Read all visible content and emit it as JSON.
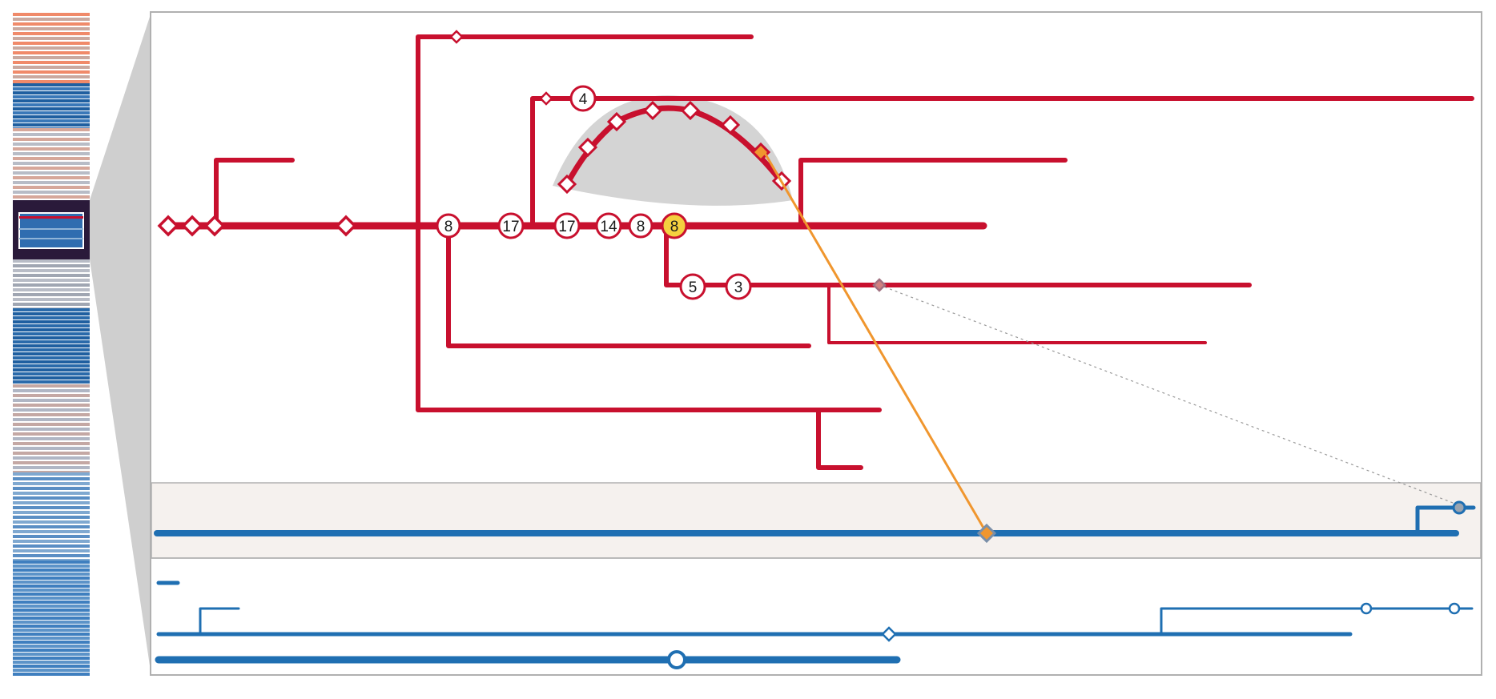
{
  "colors": {
    "red_track": "#c8102e",
    "blue_track": "#1f6fb2",
    "highlight": "#f4d03f",
    "link_line": "#f0962e",
    "lens": "#d2d2d2",
    "selection_frame": "#2a1a3a"
  },
  "detail_view": {
    "main_branch_counts": [
      "8",
      "17",
      "17",
      "14",
      "8",
      "8"
    ],
    "highlighted_count": "8",
    "upper_branch_count": "4",
    "sub_branch_counts": [
      "5",
      "3"
    ]
  },
  "overview": {
    "description_icons": [
      "diamond-marker",
      "circle-marker"
    ]
  }
}
